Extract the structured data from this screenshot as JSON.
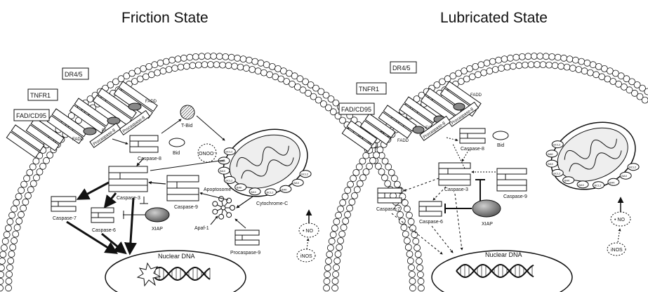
{
  "panels": [
    {
      "title": "Friction State",
      "receptors": [
        "DR4/5",
        "TNFR1",
        "FAD/CD95"
      ],
      "adaptors": [
        "FADD",
        "FADD",
        "FADD"
      ],
      "procaspases": [
        "Procaspase-8",
        "Procaspase-8"
      ],
      "labels": {
        "caspase8": "Caspase-8",
        "tbid": "T-Bid",
        "bid": "Bid",
        "onoo": "ONOO⁻",
        "caspase3": "Caspase-3",
        "caspase9": "Caspase-9",
        "apoptosome": "Apoptosome",
        "caspase7": "Caspase-7",
        "caspase6": "Caspase-6",
        "xiap": "XIAP",
        "apaf1": "Apaf-1",
        "cytochrome": "Cytochrome-C",
        "procaspase9": "Procaspase-9",
        "no": "• NO",
        "inos": "iNOS",
        "nuclear_dna": "Nuclear DNA"
      }
    },
    {
      "title": "Lubricated State",
      "receptors": [
        "DR4/5",
        "TNFR1",
        "FAD/CD95"
      ],
      "adaptors": [
        "FADD",
        "FADD",
        "FADD"
      ],
      "procaspases": [
        "Procaspase-8",
        "Procaspase-8"
      ],
      "labels": {
        "caspase8": "Caspase-8",
        "bid": "Bid",
        "caspase3": "Caspase-3",
        "caspase9": "Caspase-9",
        "caspase7": "Caspase-7",
        "caspase6": "Caspase-6",
        "xiap": "XIAP",
        "no": "• NO",
        "inos": "iNOS",
        "nuclear_dna": "Nuclear DNA"
      }
    }
  ],
  "mito_labels": [
    "BCL2",
    "BAX",
    "BAK",
    "NO"
  ]
}
